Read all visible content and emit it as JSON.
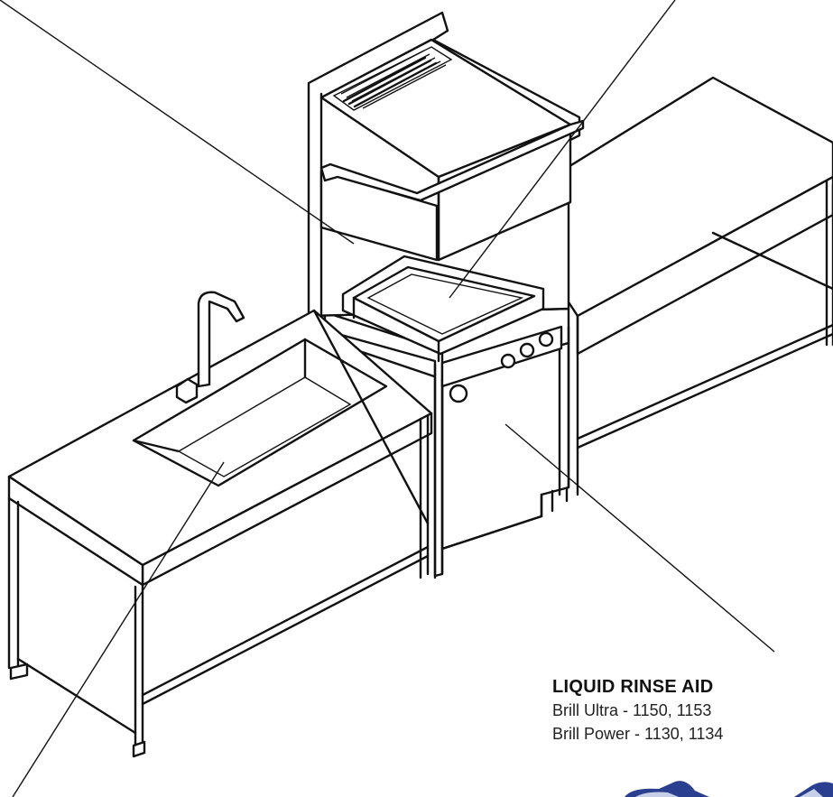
{
  "callout": {
    "title": "LIQUID RINSE AID",
    "lines": [
      "Brill Ultra - 1150, 1153",
      "Brill Power - 1130, 1134"
    ]
  },
  "colors": {
    "line": "#111111",
    "background": "#ffffff",
    "product_accent": "#1f3f9a"
  }
}
